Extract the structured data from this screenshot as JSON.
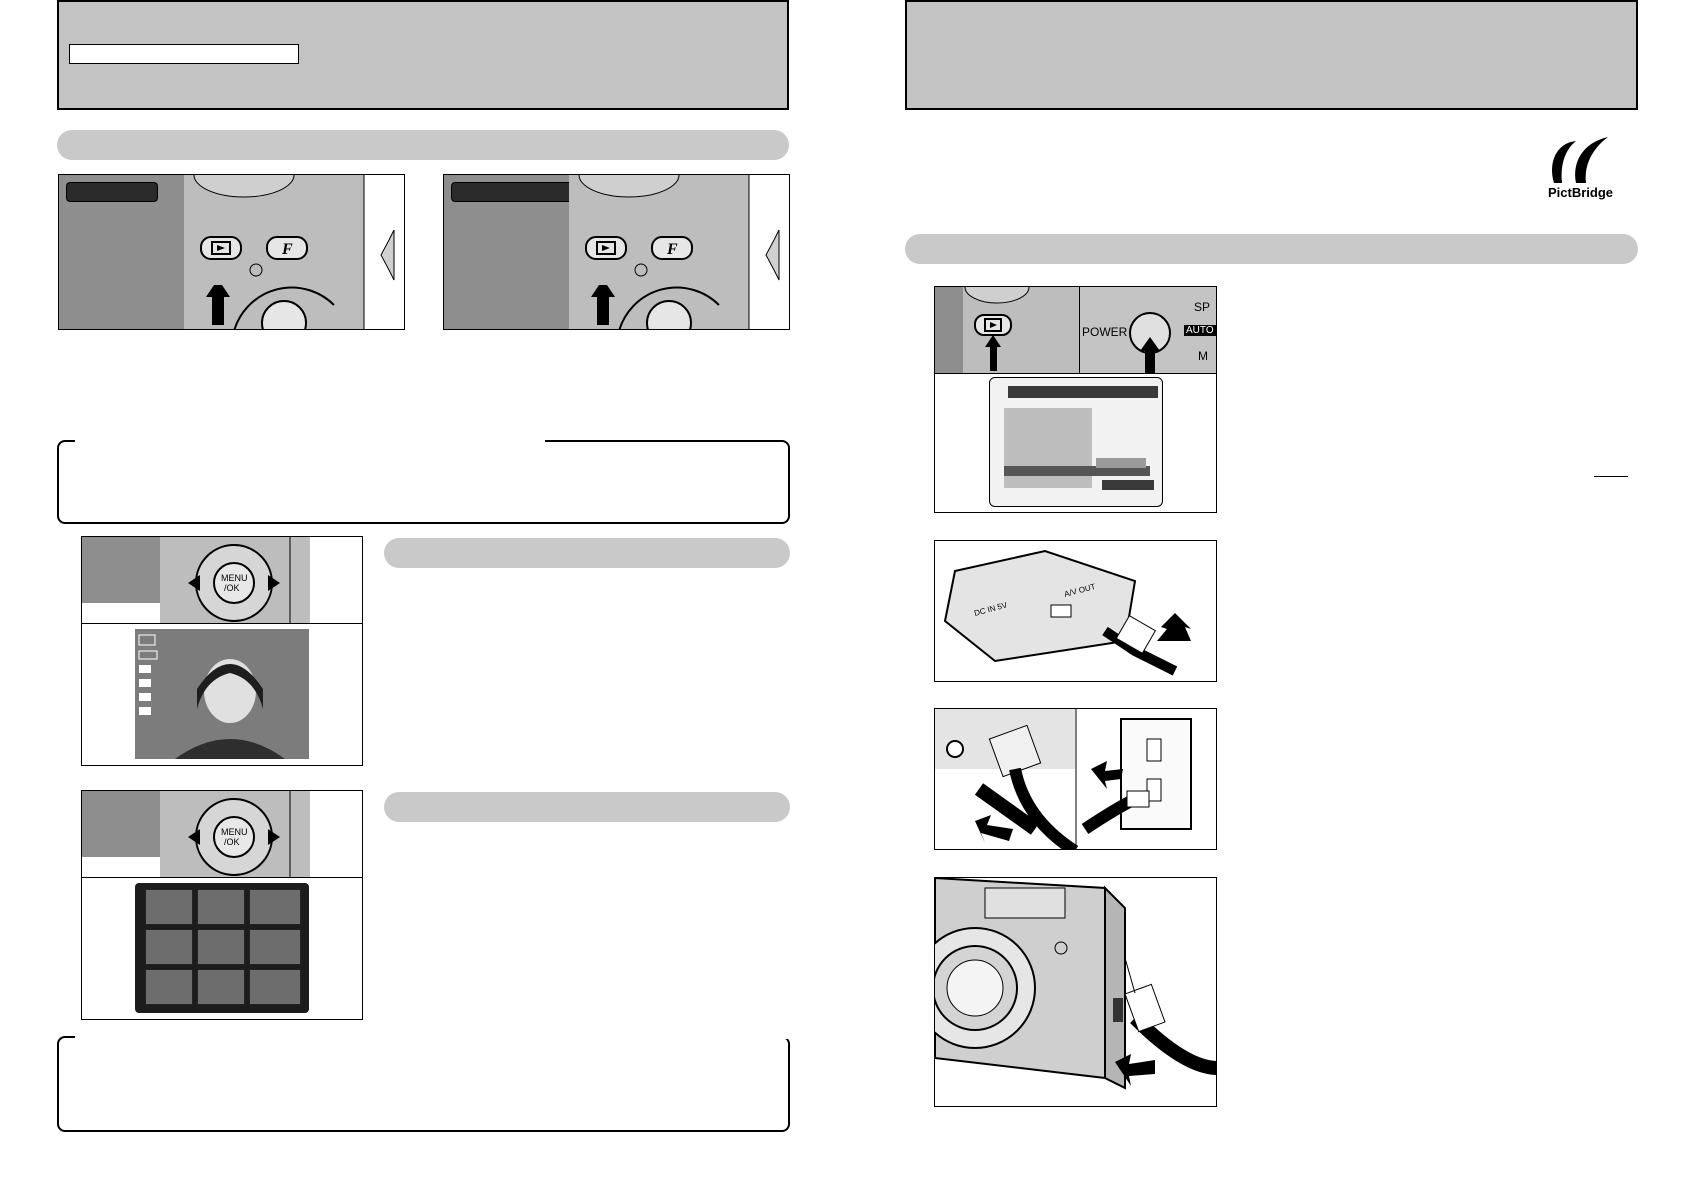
{
  "page": {
    "left_header": {
      "label_box_text": ""
    },
    "right_header": {},
    "pictbridge_logo": {
      "text": "PictBridge"
    },
    "camera_top": {
      "power_label": "POWER",
      "sp_label": "SP",
      "auto_label": "AUTO",
      "m_label": "M"
    },
    "button_labels": {
      "menu_ok": "MENU\n/OK",
      "f_button": "F"
    },
    "connector": {
      "dc_in": "DC IN 5V",
      "av_out": "A/V OUT"
    },
    "colors": {
      "header_gray": "#c3c3c3",
      "bar_gray": "#c9c9c9",
      "border": "#000000"
    },
    "icons": [
      "playback-button-icon",
      "f-button-icon",
      "brightness-icon",
      "trash-icon",
      "macro-icon",
      "flash-icon",
      "arrow-up-icon",
      "pictbridge-logo-icon",
      "usb-icon",
      "power-button-icon",
      "ac-plug-icon",
      "dc-jack-icon"
    ]
  }
}
